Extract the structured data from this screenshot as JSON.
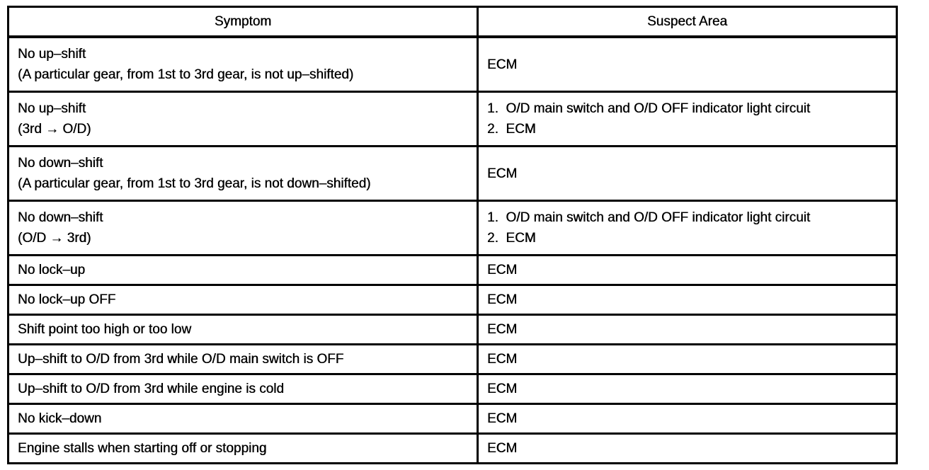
{
  "page": {
    "background": "#ffffff"
  },
  "table": {
    "border_color": "#000000",
    "text_color": "#000000",
    "header": {
      "symptom": "Symptom",
      "suspect_area": "Suspect Area"
    },
    "rows": [
      {
        "symptom": [
          "No up–shift",
          "(A particular gear, from 1st to 3rd gear, is not up–shifted)"
        ],
        "suspect": [
          "ECM"
        ]
      },
      {
        "symptom": [
          "No up–shift",
          "(3rd → O/D)"
        ],
        "suspect": [
          "1.  O/D main switch and O/D OFF indicator light circuit",
          "2.  ECM"
        ]
      },
      {
        "symptom": [
          "No down–shift",
          "(A particular gear, from 1st to 3rd gear, is not down–shifted)"
        ],
        "suspect": [
          "ECM"
        ]
      },
      {
        "symptom": [
          "No down–shift",
          "(O/D → 3rd)"
        ],
        "suspect": [
          "1.  O/D main switch and O/D OFF indicator light circuit",
          "2.  ECM"
        ]
      },
      {
        "symptom": [
          "No lock–up"
        ],
        "suspect": [
          "ECM"
        ]
      },
      {
        "symptom": [
          "No lock–up OFF"
        ],
        "suspect": [
          "ECM"
        ]
      },
      {
        "symptom": [
          "Shift point too high or too low"
        ],
        "suspect": [
          "ECM"
        ]
      },
      {
        "symptom": [
          "Up–shift to O/D from 3rd while O/D main switch is OFF"
        ],
        "suspect": [
          "ECM"
        ]
      },
      {
        "symptom": [
          "Up–shift to O/D from 3rd while engine is cold"
        ],
        "suspect": [
          "ECM"
        ]
      },
      {
        "symptom": [
          "No kick–down"
        ],
        "suspect": [
          "ECM"
        ]
      },
      {
        "symptom": [
          "Engine stalls when starting off or stopping"
        ],
        "suspect": [
          "ECM"
        ]
      }
    ]
  }
}
